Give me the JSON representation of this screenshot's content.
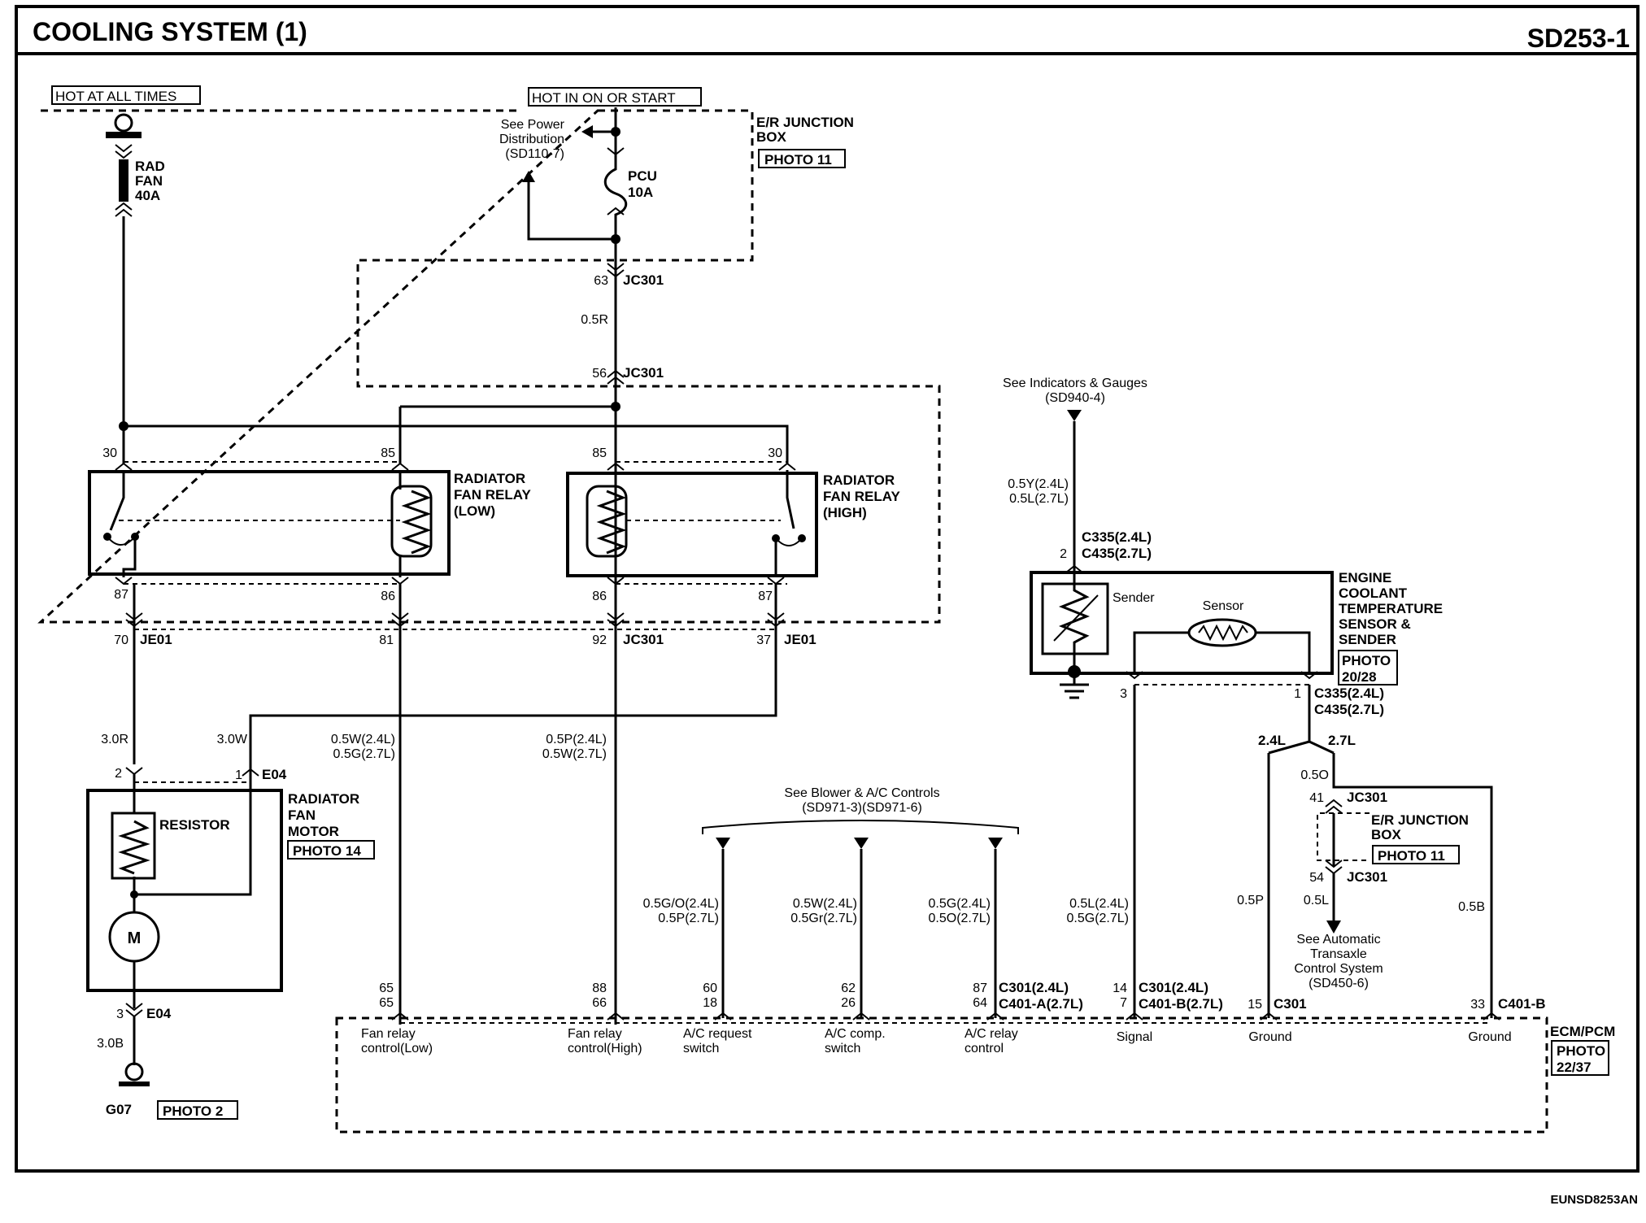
{
  "header": {
    "title": "COOLING SYSTEM (1)",
    "code": "SD253-1"
  },
  "footer_code": "EUNSD8253AN",
  "power": {
    "hot_at_all_times": "HOT AT ALL TIMES",
    "hot_in_on_or_start": "HOT IN ON OR START"
  },
  "fuses": {
    "rad_fan": [
      "RAD",
      "FAN",
      "40A"
    ],
    "pcu": [
      "PCU",
      "10A"
    ]
  },
  "refs": {
    "power_distribution": [
      "See Power",
      "Distribution",
      "(SD110-7)"
    ],
    "indicators": [
      "See Indicators & Gauges",
      "(SD940-4)"
    ],
    "blower": [
      "See Blower & A/C Controls",
      "(SD971-3)(SD971-6)"
    ],
    "transaxle": [
      "See Automatic",
      "Transaxle",
      "Control System",
      "(SD450-6)"
    ]
  },
  "er_junction_box": {
    "title": [
      "E/R JUNCTION",
      "BOX"
    ],
    "photo": "PHOTO 11"
  },
  "relay_low": {
    "title": [
      "RADIATOR",
      "FAN RELAY",
      "(LOW)"
    ]
  },
  "relay_high": {
    "title": [
      "RADIATOR",
      "FAN RELAY",
      "(HIGH)"
    ]
  },
  "fan_motor": {
    "title": [
      "RADIATOR",
      "FAN",
      "MOTOR"
    ],
    "photo": "PHOTO 14",
    "resistor": "RESISTOR",
    "motor": "M"
  },
  "coolant_sensor": {
    "title": [
      "ENGINE",
      "COOLANT",
      "TEMPERATURE",
      "SENSOR &",
      "SENDER"
    ],
    "photo": [
      "PHOTO",
      "20/28"
    ],
    "sender": "Sender",
    "sensor": "Sensor"
  },
  "ground": {
    "id": "G07",
    "photo": "PHOTO 2"
  },
  "ecm": {
    "title": "ECM/PCM",
    "photo": [
      "PHOTO",
      "22/37"
    ]
  },
  "pins": {
    "p30a": "30",
    "p85a": "85",
    "p85b": "85",
    "p30b": "30",
    "p87a": "87",
    "p86a": "86",
    "p86b": "86",
    "p87b": "87",
    "p63": "63",
    "p56": "56",
    "p70": "70",
    "p81": "81",
    "p92": "92",
    "p37": "37",
    "p2": "2",
    "p1": "1",
    "p3": "3",
    "p2s": "2",
    "p3s": "3",
    "p1s": "1",
    "p41": "41",
    "p54": "54",
    "e65": "65",
    "e65b": "65",
    "e88": "88",
    "e66": "66",
    "e60": "60",
    "e18": "18",
    "e62": "62",
    "e26": "26",
    "e87": "87",
    "e64": "64",
    "e14": "14",
    "e7": "7",
    "e15": "15",
    "e33": "33"
  },
  "connectors": {
    "jc301_63": "JC301",
    "jc301_56": "JC301",
    "je01_70": "JE01",
    "jc301_92": "JC301",
    "je01_37": "JE01",
    "e04_top": "E04",
    "e04_bot": "E04",
    "c335_top": [
      "C335(2.4L)",
      "C435(2.7L)"
    ],
    "c335_bot": [
      "C335(2.4L)",
      "C435(2.7L)"
    ],
    "jc301_41": "JC301",
    "jc301_54": "JC301",
    "c301_87": [
      "C301(2.4L)",
      "C401-A(2.7L)"
    ],
    "c301_14": [
      "C301(2.4L)",
      "C401-B(2.7L)"
    ],
    "c301_15": "C301",
    "c401b_33": "C401-B"
  },
  "wires": {
    "w05r": "0.5R",
    "w30r": "3.0R",
    "w30w": "3.0W",
    "w30b": "3.0B",
    "w_low": [
      "0.5W(2.4L)",
      "0.5G(2.7L)"
    ],
    "w_high": [
      "0.5P(2.4L)",
      "0.5W(2.7L)"
    ],
    "w_sender": [
      "0.5Y(2.4L)",
      "0.5L(2.7L)"
    ],
    "w_req": [
      "0.5G/O(2.4L)",
      "0.5P(2.7L)"
    ],
    "w_comp": [
      "0.5W(2.4L)",
      "0.5Gr(2.7L)"
    ],
    "w_relay": [
      "0.5G(2.4L)",
      "0.5O(2.7L)"
    ],
    "w_signal": [
      "0.5L(2.4L)",
      "0.5G(2.7L)"
    ],
    "w05o": "0.5O",
    "w05p": "0.5P",
    "w05l": "0.5L",
    "w05b": "0.5B",
    "v24": "2.4L",
    "v27": "2.7L"
  },
  "ecm_pins": {
    "fan_low": [
      "Fan relay",
      "control(Low)"
    ],
    "fan_high": [
      "Fan relay",
      "control(High)"
    ],
    "ac_req": [
      "A/C request",
      "switch"
    ],
    "ac_comp": [
      "A/C comp.",
      "switch"
    ],
    "ac_relay": [
      "A/C relay",
      "control"
    ],
    "signal": "Signal",
    "ground1": "Ground",
    "ground2": "Ground"
  }
}
